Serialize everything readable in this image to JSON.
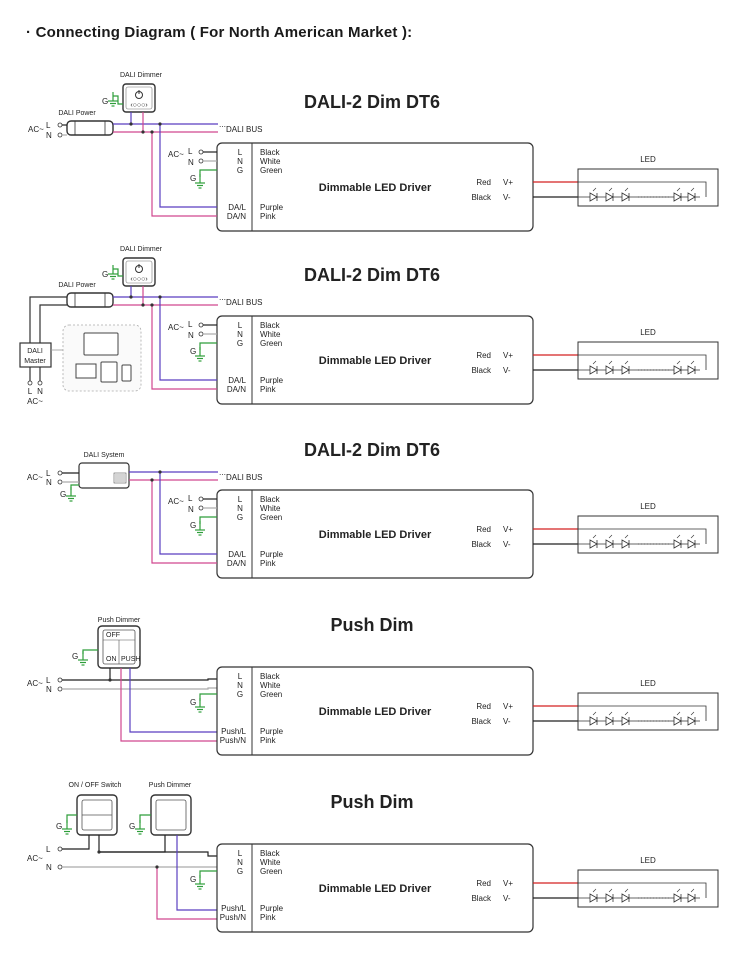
{
  "main_title": "· Connecting Diagram ( For North American Market ):",
  "sections": [
    {
      "title": "DALI-2  Dim  DT6",
      "controller_label": "DALI Dimmer",
      "power_label": "DALI Power",
      "bus_label": "DALI  BUS",
      "driver": {
        "name": "Dimmable LED Driver",
        "terms": [
          "L",
          "N",
          "G",
          "DA/L",
          "DA/N"
        ],
        "colors": [
          "Black",
          "White",
          "Green",
          "Purple",
          "Pink"
        ]
      }
    },
    {
      "title": "DALI-2  Dim  DT6",
      "controller_label": "DALI Dimmer",
      "power_label": "DALI Power",
      "bus_label": "DALI  BUS",
      "master_label": [
        "DALI",
        "Master"
      ],
      "driver": {
        "name": "Dimmable LED Driver",
        "terms": [
          "L",
          "N",
          "G",
          "DA/L",
          "DA/N"
        ],
        "colors": [
          "Black",
          "White",
          "Green",
          "Purple",
          "Pink"
        ]
      }
    },
    {
      "title": "DALI-2  Dim  DT6",
      "system_label": "DALI System",
      "bus_label": "DALI  BUS",
      "driver": {
        "name": "Dimmable LED Driver",
        "terms": [
          "L",
          "N",
          "G",
          "DA/L",
          "DA/N"
        ],
        "colors": [
          "Black",
          "White",
          "Green",
          "Purple",
          "Pink"
        ]
      }
    },
    {
      "title": "Push Dim",
      "push_label": "Push Dimmer",
      "push_buttons": [
        "OFF",
        "ON",
        "PUSH"
      ],
      "driver": {
        "name": "Dimmable LED Driver",
        "terms": [
          "L",
          "N",
          "G",
          "Push/L",
          "Push/N"
        ],
        "colors": [
          "Black",
          "White",
          "Green",
          "Purple",
          "Pink"
        ]
      }
    },
    {
      "title": "Push Dim",
      "switch_label": "ON / OFF Switch",
      "push_label": "Push Dimmer",
      "driver": {
        "name": "Dimmable LED Driver",
        "terms": [
          "L",
          "N",
          "G",
          "Push/L",
          "Push/N"
        ],
        "colors": [
          "Black",
          "White",
          "Green",
          "Purple",
          "Pink"
        ]
      }
    }
  ],
  "common": {
    "ac": "AC~",
    "l": "L",
    "n": "N",
    "g": "G",
    "led": "LED",
    "red": "Red",
    "black": "Black",
    "vplus": "V+",
    "vminus": "V-"
  },
  "wire_colors": {
    "black": "#222222",
    "white": "#aaaaaa",
    "green": "#2e9e3a",
    "purple": "#5a3fc0",
    "pink": "#d0478f",
    "red": "#d42020"
  }
}
